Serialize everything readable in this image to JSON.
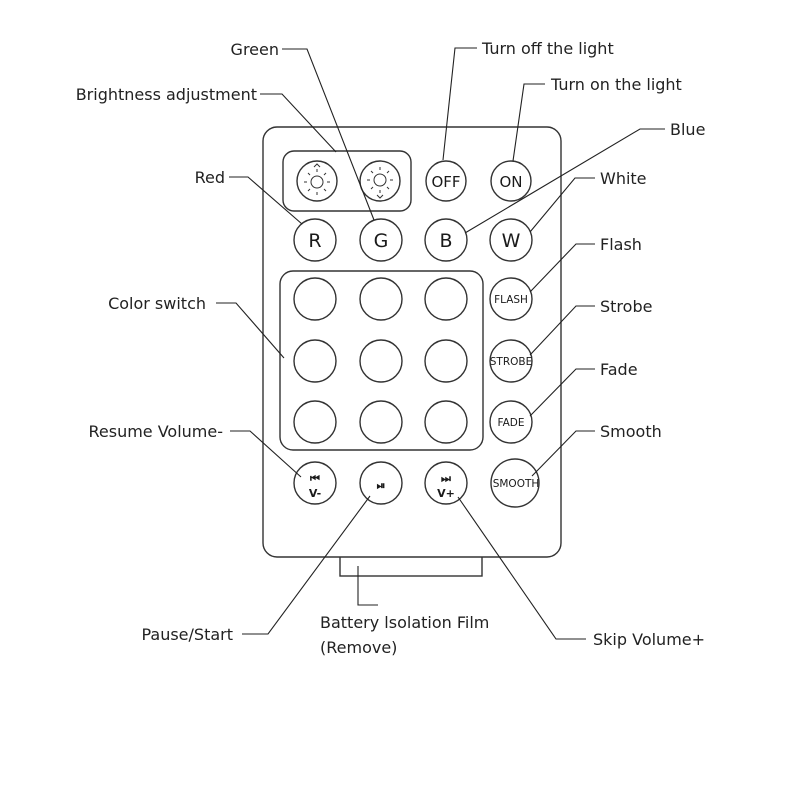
{
  "labels": {
    "green": "Green",
    "turn_off": "Turn off the light",
    "turn_on": "Turn on the light",
    "brightness": "Brightness adjustment",
    "blue": "Blue",
    "red": "Red",
    "white": "White",
    "flash": "Flash",
    "color_switch": "Color switch",
    "strobe": "Strobe",
    "fade": "Fade",
    "resume_volume": "Resume Volume-",
    "smooth": "Smooth",
    "pause_start": "Pause/Start",
    "battery_line1": "Battery lsolation Film",
    "battery_line2": "(Remove)",
    "skip_volume": "Skip Volume+"
  },
  "buttons": {
    "off": "OFF",
    "on": "ON",
    "r": "R",
    "g": "G",
    "b": "B",
    "w": "W",
    "flash": "FLASH",
    "strobe": "STROBE",
    "fade": "FADE",
    "smooth": "SMOOTH",
    "prev_glyph": "⏮",
    "prev_sub": "V-",
    "play_glyph": "⏯",
    "next_glyph": "⏭",
    "next_sub": "V+"
  },
  "icons": {
    "brightness_up": "sun-up-icon",
    "brightness_down": "sun-down-icon",
    "previous": "skip-back-icon",
    "play_pause": "play-pause-icon",
    "next": "skip-forward-icon"
  },
  "colors": {
    "outline": "#333333",
    "text": "#222222"
  }
}
